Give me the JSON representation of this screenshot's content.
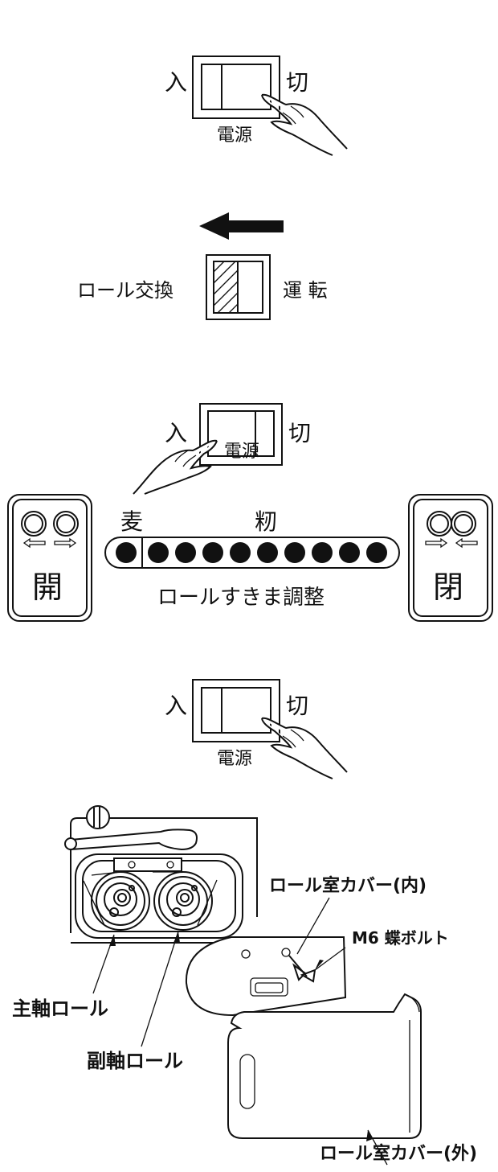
{
  "diagram_1": {
    "on_label": "入",
    "off_label": "切",
    "switch_label": "電源"
  },
  "diagram_2": {
    "left_label": "ロール交換",
    "right_label": "運 転"
  },
  "diagram_3": {
    "on_label": "入",
    "off_label": "切",
    "switch_label": "電源"
  },
  "diagram_4": {
    "open_label": "開",
    "close_label": "閉",
    "grain_left": "麦",
    "grain_right": "籾",
    "gap_label": "ロールすきま調整",
    "indicator_count": 10
  },
  "diagram_5": {
    "on_label": "入",
    "off_label": "切",
    "switch_label": "電源"
  },
  "diagram_6": {
    "cover_inner": "ロール室カバー(内)",
    "bolt": "M6 蝶ボルト",
    "main_roll": "主軸ロール",
    "sub_roll": "副軸ロール",
    "cover_outer": "ロール室カバー(外)"
  }
}
